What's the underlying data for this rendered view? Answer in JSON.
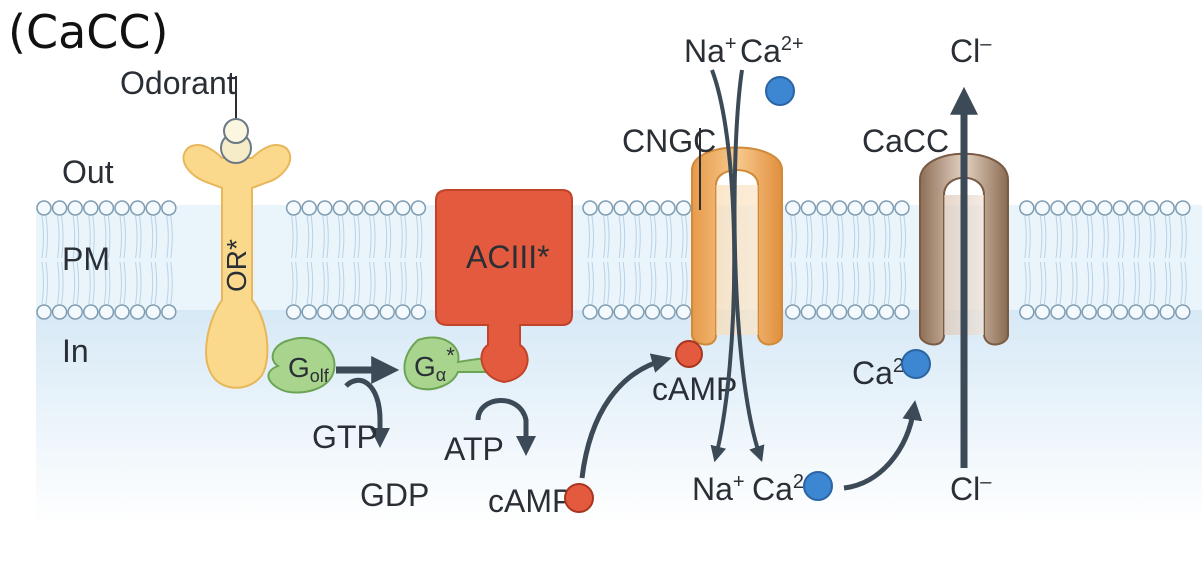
{
  "title": "(CaCC)",
  "regions": {
    "out": "Out",
    "pm": "PM",
    "in": "In"
  },
  "labels": {
    "odorant": "Odorant",
    "or_receptor": "OR*",
    "golf": {
      "main": "G",
      "sub": "olf"
    },
    "galpha": {
      "main": "G",
      "sub": "α",
      "sup": "*"
    },
    "gtp": "GTP",
    "gdp": "GDP",
    "aciii": "ACIII*",
    "atp": "ATP",
    "camp_product": "cAMP",
    "cngc": "CNGC",
    "camp_bound": "cAMP",
    "na_top": {
      "main": "Na",
      "sup": "+"
    },
    "ca_top": {
      "main": "Ca",
      "sup": "2+"
    },
    "na_bottom": {
      "main": "Na",
      "sup": "+"
    },
    "ca_bottom": {
      "main": "Ca",
      "sup": "2+"
    },
    "cacc": "CaCC",
    "ca_bound": {
      "main": "Ca",
      "sup": "2+"
    },
    "cl_top": {
      "main": "Cl",
      "sup": "–"
    },
    "cl_bottom": {
      "main": "Cl",
      "sup": "–"
    }
  },
  "colors": {
    "cytoplasm": "#e6f2fb",
    "membrane_band": "#e9f4fb",
    "lipid_head": "#f4f9fd",
    "lipid_stroke": "#7f9db3",
    "receptor": "#fbd98c",
    "g_protein": "#a9d48e",
    "aciii": "#e35a3e",
    "camp": "#e35a3e",
    "cngc": "#f2b46c",
    "cacc": "#bfa28a",
    "calcium": "#3d86d2",
    "arrow": "#3b4a56"
  }
}
